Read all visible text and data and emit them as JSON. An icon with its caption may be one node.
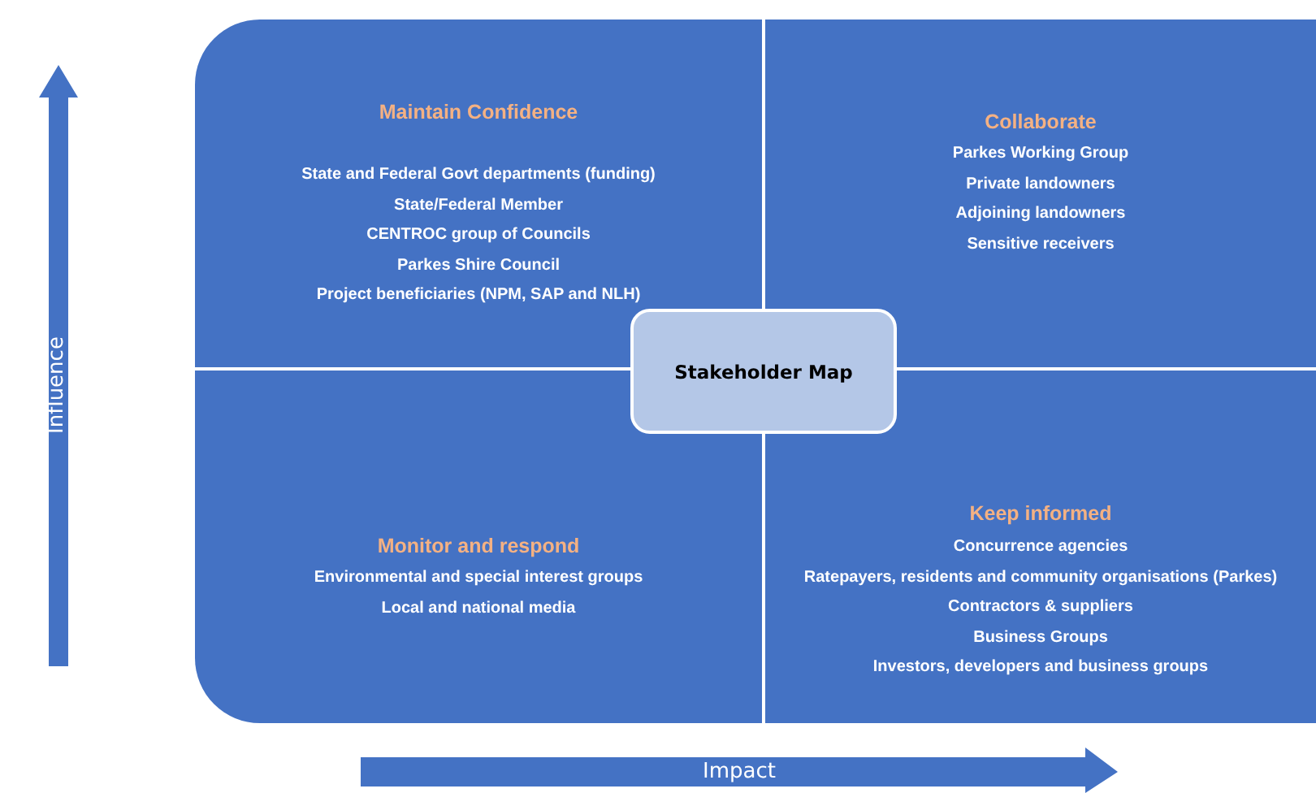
{
  "diagram": {
    "nodes": [
      {
        "text": [
          "Maintain Confidence",
          "State and Federal Govt departments (funding)",
          "State/Federal Member",
          "CENTROC group of Councils",
          "Parkes Shire Council",
          "Project beneficiaries (NPM, SAP and NLH)"
        ]
      },
      {
        "text": [
          "Collaborate",
          "Parkes Working Group",
          "Private landowners",
          "Adjoining landowners",
          "Sensitive receivers"
        ]
      },
      {
        "text": [
          "Monitor and respond",
          "Environmental and special interest groups",
          "Local and national media"
        ]
      },
      {
        "text": [
          "Keep informed",
          "Concurrence agencies",
          "Ratepayers, residents and community organisations (Parkes)",
          "Contractors & suppliers",
          "Business Groups",
          "Investors, developers and business groups"
        ]
      },
      {
        "text": [
          "Stakeholder Map"
        ]
      }
    ],
    "edges": [],
    "labels": [
      "Influence",
      "Impact"
    ]
  }
}
